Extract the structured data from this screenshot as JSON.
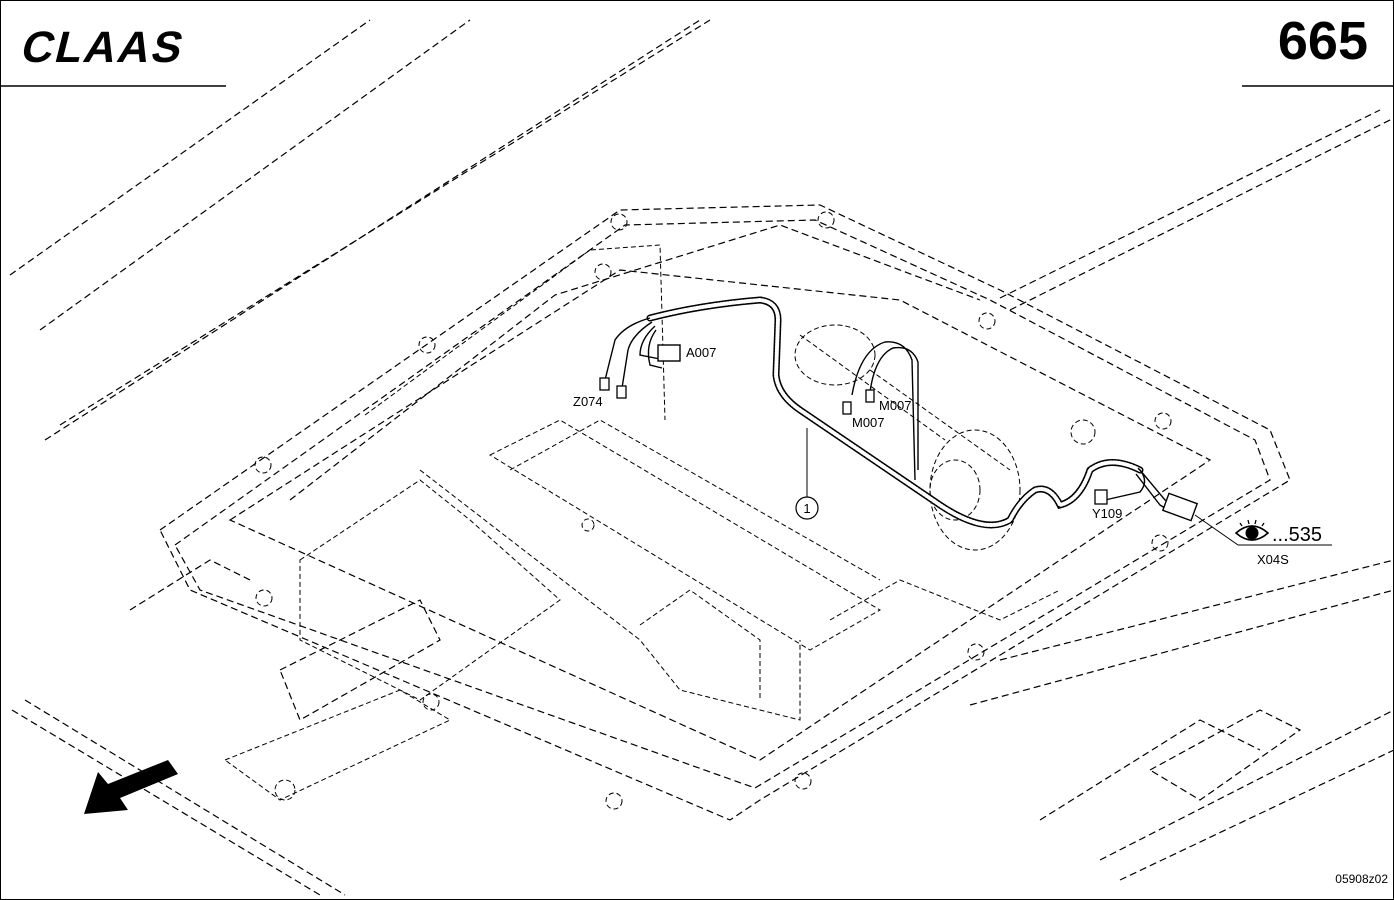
{
  "header": {
    "brand": "CLAAS",
    "page_number": "665"
  },
  "callouts": {
    "a007": "A007",
    "z074": "Z074",
    "m007_upper": "M007",
    "m007_lower": "M007",
    "y109": "Y109",
    "x04s": "X04S",
    "item_1": "1",
    "view_ref": "...535"
  },
  "footer": {
    "drawing_code": "05908z02"
  },
  "icons": {
    "view_reference": "eye-icon",
    "direction": "arrow-down-left-icon"
  },
  "colors": {
    "line": "#000000",
    "background": "#ffffff"
  }
}
